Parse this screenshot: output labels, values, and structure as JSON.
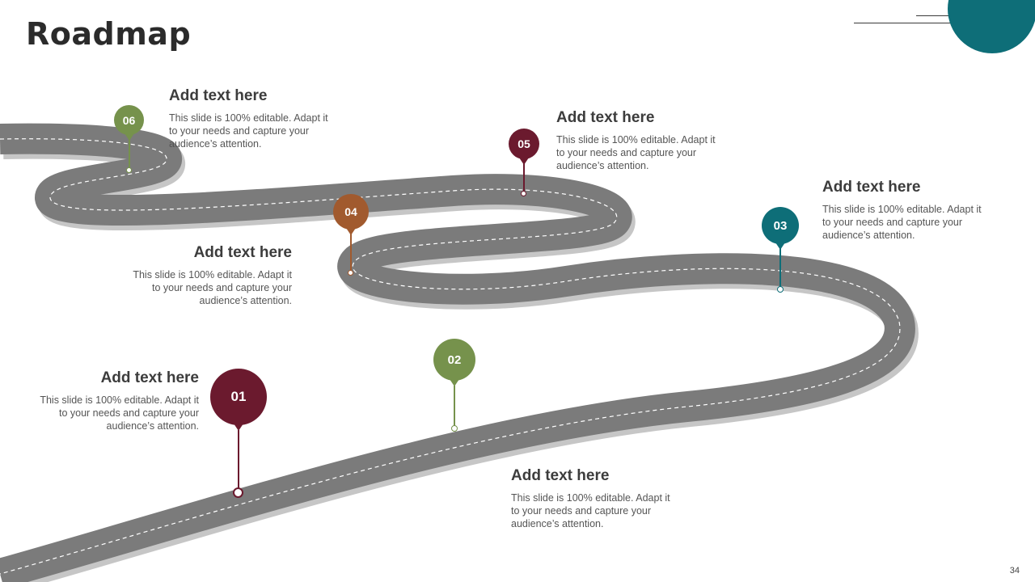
{
  "title": "Roadmap",
  "page_number": "34",
  "colors": {
    "maroon": "#6b1a2e",
    "olive": "#76924c",
    "teal": "#0e6e78",
    "brown": "#a15a2e",
    "road": "#7b7b7b",
    "road_shadow": "#c6c6c6"
  },
  "milestones": [
    {
      "number": "01",
      "heading": "Add text here",
      "body": "This slide is 100% editable. Adapt it to your needs and capture your audience’s attention."
    },
    {
      "number": "02",
      "heading": "Add text here",
      "body": "This slide is 100% editable. Adapt it to your needs and capture your audience’s attention."
    },
    {
      "number": "03",
      "heading": "Add text here",
      "body": "This slide is 100% editable. Adapt it to your needs and capture your audience’s attention."
    },
    {
      "number": "04",
      "heading": "Add text here",
      "body": "This slide is 100% editable. Adapt it to your needs and capture your audience’s attention."
    },
    {
      "number": "05",
      "heading": "Add text here",
      "body": "This slide is 100% editable. Adapt it to your needs and capture your audience’s attention."
    },
    {
      "number": "06",
      "heading": "Add text here",
      "body": "This slide is 100% editable. Adapt it to your needs and capture your audience’s attention."
    }
  ]
}
